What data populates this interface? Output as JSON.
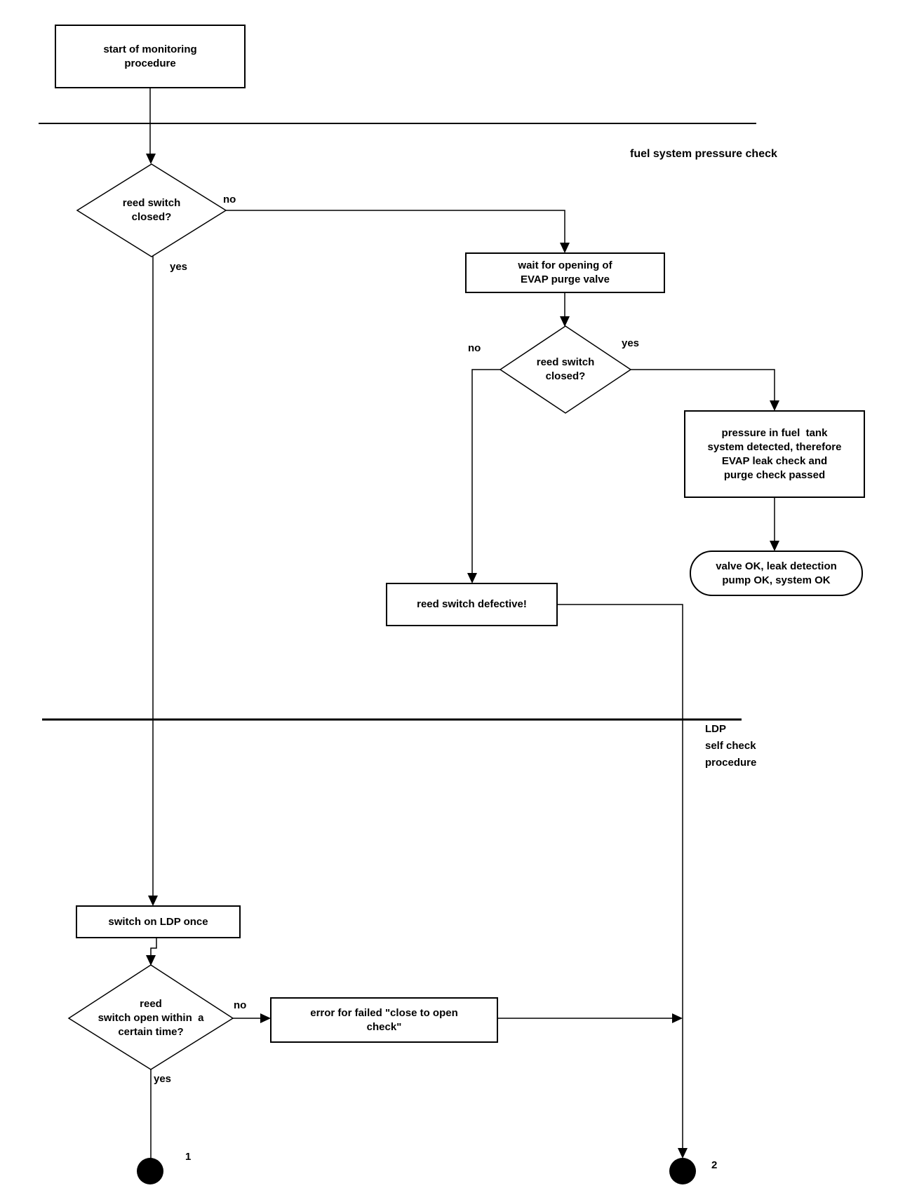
{
  "diagram": {
    "sections": {
      "fuel_check_label": "fuel system pressure check",
      "ldp_check_label": "LDP\nself check\nprocedure"
    },
    "nodes": {
      "start": {
        "text": "start of monitoring\nprocedure"
      },
      "decision1": {
        "text": "reed switch\nclosed?"
      },
      "wait_valve": {
        "text": "wait for opening of\nEVAP purge valve"
      },
      "decision2": {
        "text": "reed switch\nclosed?"
      },
      "pressure_detected": {
        "text": "pressure in fuel  tank\nsystem detected, therefore\nEVAP leak check and\npurge check passed"
      },
      "system_ok": {
        "text": "valve OK, leak detection\npump OK, system OK"
      },
      "reed_defective": {
        "text": "reed switch defective!"
      },
      "switch_ldp": {
        "text": "switch on LDP once"
      },
      "decision3": {
        "text": "reed\nswitch open within  a\ncertain time?"
      },
      "error_close_open": {
        "text": "error for failed \"close to open\ncheck\""
      }
    },
    "edge_labels": {
      "d1_no": "no",
      "d1_yes": "yes",
      "d2_no": "no",
      "d2_yes": "yes",
      "d3_no": "no",
      "d3_yes": "yes"
    },
    "connectors": {
      "c1": "1",
      "c2": "2"
    },
    "colors": {
      "line": "#000000",
      "background": "#ffffff"
    }
  }
}
